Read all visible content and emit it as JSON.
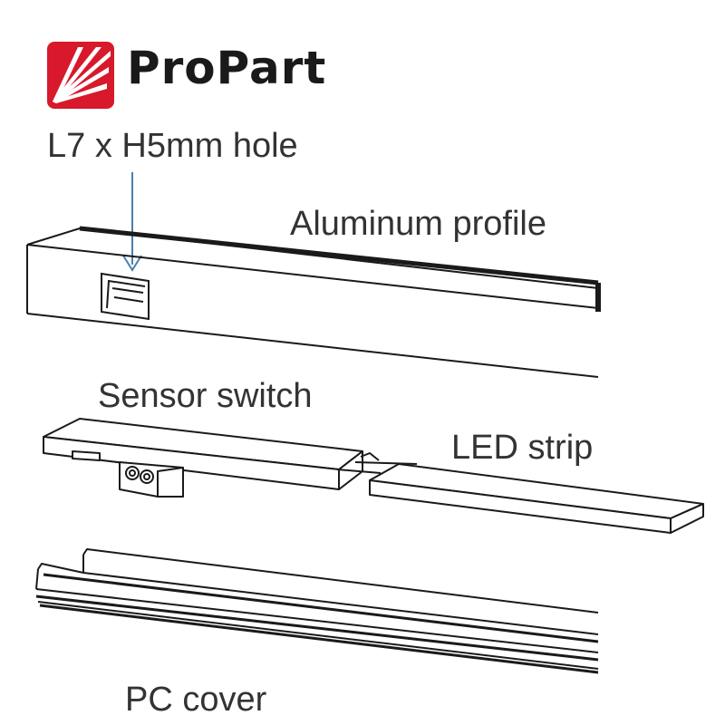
{
  "brand": {
    "name": "ProPart",
    "accent_color": "#d7192b",
    "logo_icon": "sunburst-logo-icon"
  },
  "labels": {
    "hole": "L7 x H5mm hole",
    "profile": "Aluminum profile",
    "sensor": "Sensor switch",
    "led": "LED strip",
    "pc_cover": "PC cover"
  },
  "colors": {
    "line": "#1a1a1a",
    "arrow": "#4a7fae"
  }
}
